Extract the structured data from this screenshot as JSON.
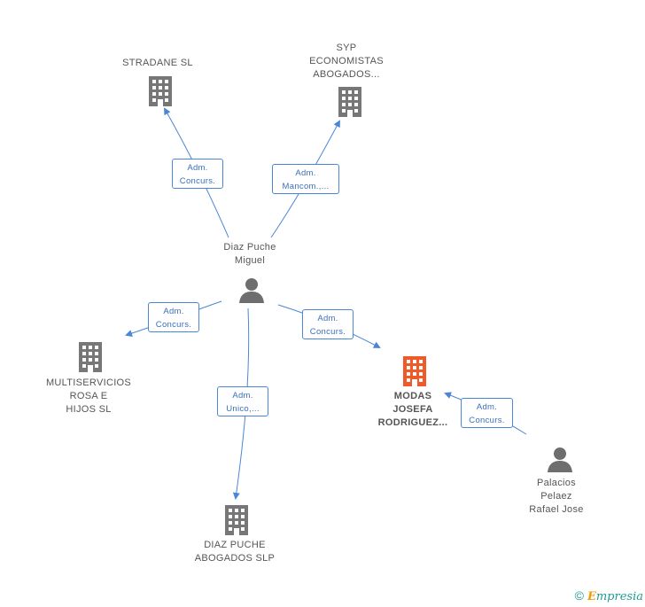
{
  "colors": {
    "edge": "#4a86d8",
    "building_gray": "#777777",
    "building_main": "#f05a28",
    "person": "#6e6e6e",
    "brand_teal": "#1f9c8f",
    "brand_orange": "#f29a00"
  },
  "nodes": {
    "stradane": {
      "label": "STRADANE SL",
      "icon": "building-icon"
    },
    "syp": {
      "label": "SYP\nECONOMISTAS\nABOGADOS...",
      "icon": "building-icon"
    },
    "diaz_puche_miguel": {
      "label": "Diaz Puche\nMiguel",
      "icon": "person-icon"
    },
    "multiservicios": {
      "label": "MULTISERVICIOS\nROSA E\nHIJOS SL",
      "icon": "building-icon"
    },
    "modas": {
      "label": "MODAS\nJOSEFA\nRODRIGUEZ...",
      "icon": "building-icon"
    },
    "diaz_puche_abogados": {
      "label": "DIAZ PUCHE\nABOGADOS SLP",
      "icon": "building-icon"
    },
    "palacios": {
      "label": "Palacios\nPelaez\nRafael Jose",
      "icon": "person-icon"
    }
  },
  "roles": {
    "r1": {
      "line1": "Adm.",
      "line2": "Concurs."
    },
    "r2": {
      "line1": "Adm.",
      "line2": "Mancom.,..."
    },
    "r3": {
      "line1": "Adm.",
      "line2": "Concurs."
    },
    "r4": {
      "line1": "Adm.",
      "line2": "Concurs."
    },
    "r5": {
      "line1": "Adm.",
      "line2": "Unico,..."
    },
    "r6": {
      "line1": "Adm.",
      "line2": "Concurs."
    }
  },
  "footer": {
    "copyright": "©",
    "brand_first": "E",
    "brand_rest": "mpresia"
  }
}
